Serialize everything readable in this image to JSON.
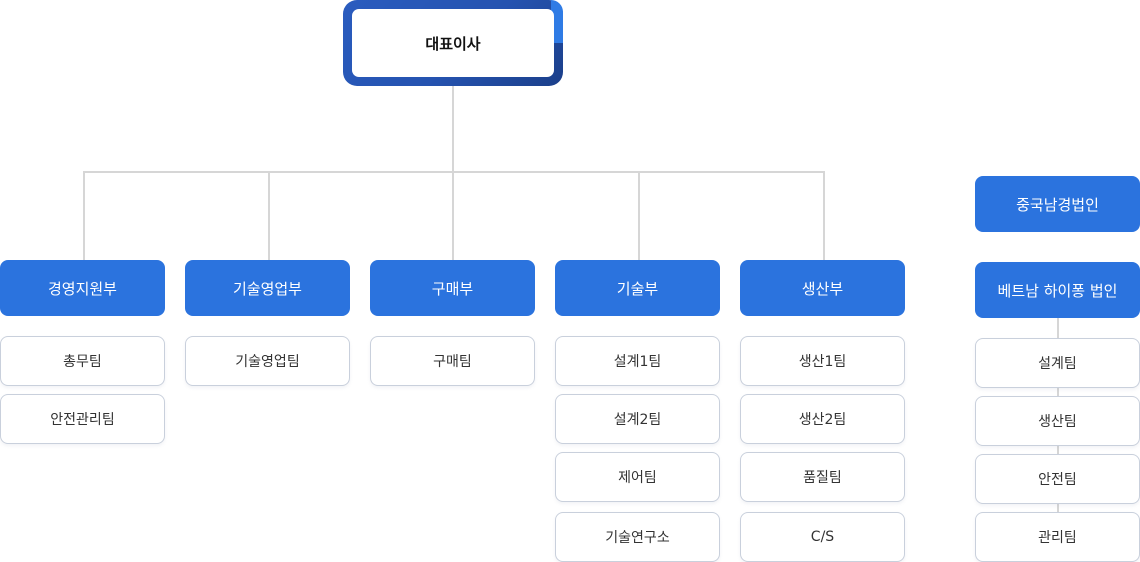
{
  "ceo": {
    "label": "대표이사"
  },
  "departments": [
    {
      "label": "경영지원부",
      "teams": [
        "총무팀",
        "안전관리팀"
      ]
    },
    {
      "label": "기술영업부",
      "teams": [
        "기술영업팀"
      ]
    },
    {
      "label": "구매부",
      "teams": [
        "구매팀"
      ]
    },
    {
      "label": "기술부",
      "teams": [
        "설계1팀",
        "설계2팀",
        "제어팀",
        "기술연구소"
      ]
    },
    {
      "label": "생산부",
      "teams": [
        "생산1팀",
        "생산2팀",
        "품질팀",
        "C/S"
      ]
    }
  ],
  "subsidiaries": [
    {
      "label": "중국남경법인",
      "teams": []
    },
    {
      "label": "베트남 하이퐁 법인",
      "teams": [
        "설계팀",
        "생산팀",
        "안전팀",
        "관리팀"
      ]
    }
  ],
  "colors": {
    "dept_fill": "#2b73de",
    "ceo_border": "#2553b0",
    "ceo_border_dark": "#1b3f8a",
    "connector": "#d6d6d6",
    "team_border": "#c9d0dc"
  }
}
